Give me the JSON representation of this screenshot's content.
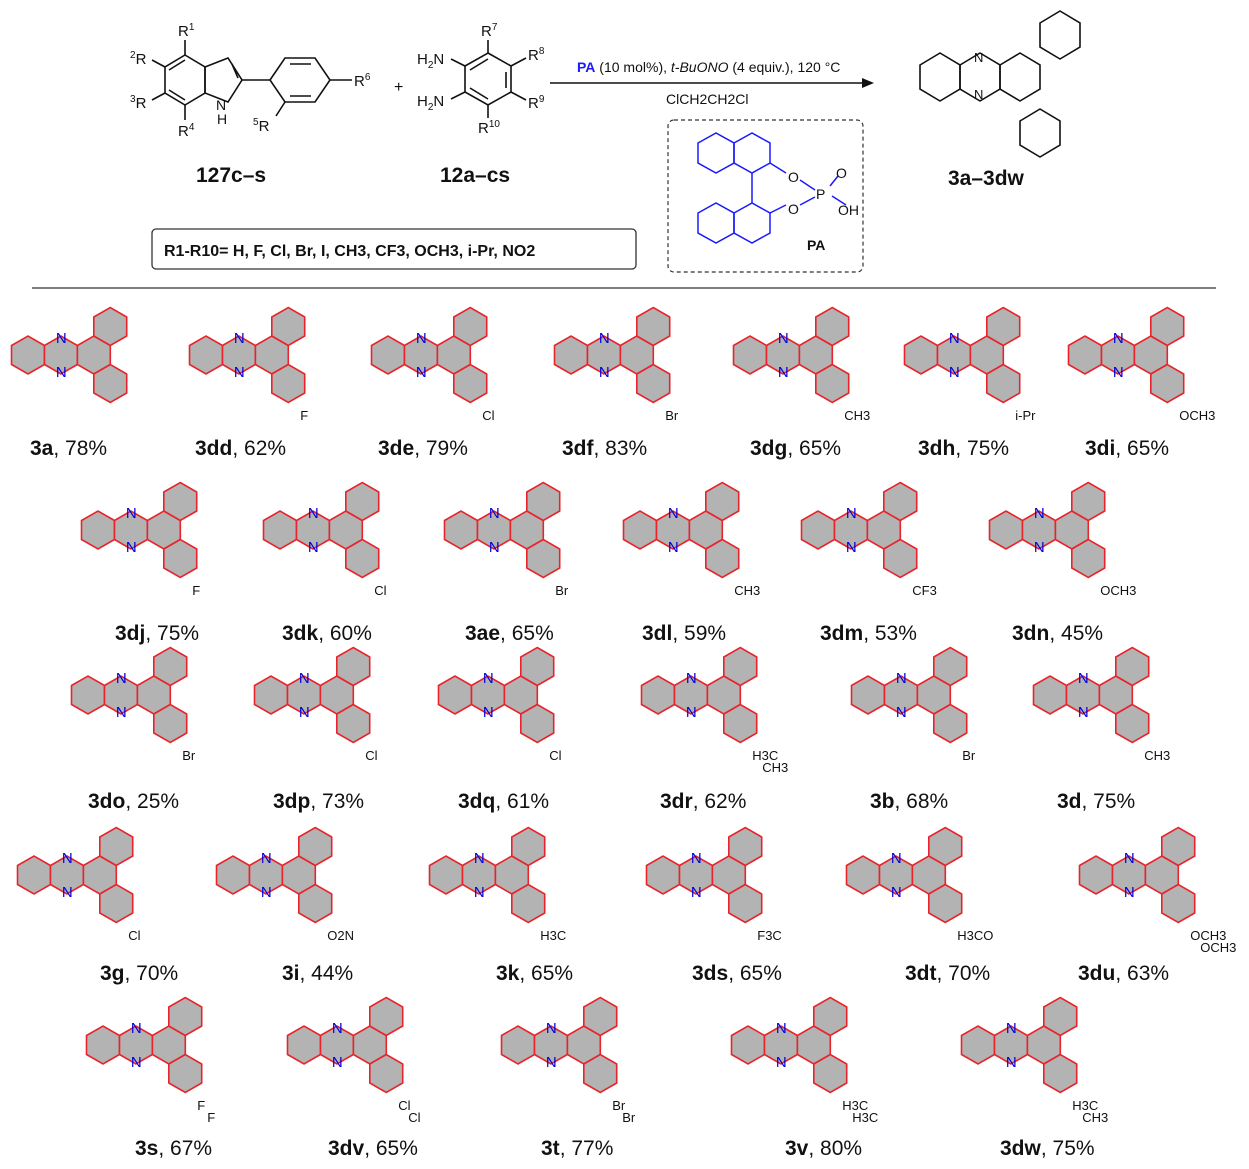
{
  "scheme": {
    "indole": {
      "label": "127c–s",
      "r1": "R",
      "s1": "1",
      "r2": "R",
      "s2": "2",
      "r3": "R",
      "s3": "3",
      "r4": "R",
      "s4": "4",
      "r5": "R",
      "s5": "5",
      "r6": "R",
      "s6": "6",
      "nh": "N",
      "h": "H"
    },
    "plus": "+",
    "diamine": {
      "label": "12a–cs",
      "nh2a": "H",
      "nh2a_sub": "2",
      "n": "N",
      "r7": "R",
      "s7": "7",
      "r8": "R",
      "s8": "8",
      "r9": "R",
      "s9": "9",
      "r10": "R",
      "s10": "10"
    },
    "conditions": {
      "catalyst": "PA",
      "line1_rest": " (10 mol%), ",
      "oxidant": "t-BuONO",
      "line1_tail": " (4 equiv.), 120 °C",
      "solvent": "ClCH2CH2Cl"
    },
    "catalyst_box": {
      "o1": "O",
      "o2": "O",
      "p": "P",
      "o3": "O",
      "oh": "OH",
      "name": "PA"
    },
    "product": {
      "label": "3a–3dw",
      "n": "N"
    },
    "substituents": "R1-R10= H, F, Cl, Br, I, CH3, CF3, OCH3, i-Pr, NO2"
  },
  "products": [
    {
      "id": "3a",
      "yield": ", 78%",
      "subs": []
    },
    {
      "id": "3dd",
      "yield": ", 62%",
      "subs": [
        "F"
      ]
    },
    {
      "id": "3de",
      "yield": ", 79%",
      "subs": [
        "Cl"
      ]
    },
    {
      "id": "3df",
      "yield": ", 83%",
      "subs": [
        "Br"
      ]
    },
    {
      "id": "3dg",
      "yield": ", 65%",
      "subs": [
        "CH3"
      ]
    },
    {
      "id": "3dh",
      "yield": ", 75%",
      "subs": [
        "i-Pr"
      ]
    },
    {
      "id": "3di",
      "yield": ", 65%",
      "subs": [
        "OCH3"
      ]
    },
    {
      "id": "3dj",
      "yield": ", 75%",
      "subs": [
        "F"
      ]
    },
    {
      "id": "3dk",
      "yield": ", 60%",
      "subs": [
        "Cl"
      ]
    },
    {
      "id": "3ae",
      "yield": ", 65%",
      "subs": [
        "Br"
      ]
    },
    {
      "id": "3dl",
      "yield": ", 59%",
      "subs": [
        "CH3"
      ]
    },
    {
      "id": "3dm",
      "yield": ", 53%",
      "subs": [
        "CF3"
      ]
    },
    {
      "id": "3dn",
      "yield": ", 45%",
      "subs": [
        "OCH3"
      ]
    },
    {
      "id": "3do",
      "yield": ", 25%",
      "subs": [
        "Br"
      ]
    },
    {
      "id": "3dp",
      "yield": ", 73%",
      "subs": [
        "Cl"
      ]
    },
    {
      "id": "3dq",
      "yield": ", 61%",
      "subs": [
        "Cl"
      ]
    },
    {
      "id": "3dr",
      "yield": ", 62%",
      "subs": [
        "H3C",
        "CH3"
      ]
    },
    {
      "id": "3b",
      "yield": ", 68%",
      "subs": [
        "Br"
      ]
    },
    {
      "id": "3d",
      "yield": ", 75%",
      "subs": [
        "CH3"
      ]
    },
    {
      "id": "3g",
      "yield": ", 70%",
      "subs": [
        "Cl"
      ]
    },
    {
      "id": "3i",
      "yield": ", 44%",
      "subs": [
        "O2N"
      ]
    },
    {
      "id": "3k",
      "yield": ", 65%",
      "subs": [
        "H3C"
      ]
    },
    {
      "id": "3ds",
      "yield": ", 65%",
      "subs": [
        "F3C"
      ]
    },
    {
      "id": "3dt",
      "yield": ", 70%",
      "subs": [
        "H3CO"
      ]
    },
    {
      "id": "3du",
      "yield": ", 63%",
      "subs": [
        "OCH3",
        "OCH3"
      ]
    },
    {
      "id": "3s",
      "yield": ", 67%",
      "subs": [
        "F",
        "F"
      ]
    },
    {
      "id": "3dv",
      "yield": ", 65%",
      "subs": [
        "Cl",
        "Cl"
      ]
    },
    {
      "id": "3t",
      "yield": ", 77%",
      "subs": [
        "Br",
        "Br"
      ]
    },
    {
      "id": "3v",
      "yield": ", 80%",
      "subs": [
        "H3C",
        "H3C"
      ]
    },
    {
      "id": "3dw",
      "yield": ", 75%",
      "subs": [
        "H3C",
        "CH3"
      ]
    }
  ],
  "colors": {
    "ring_stroke": "#e8232a",
    "ring_fill": "#b3b3b3",
    "catalyst": "#1a1aff",
    "text": "#111111"
  }
}
